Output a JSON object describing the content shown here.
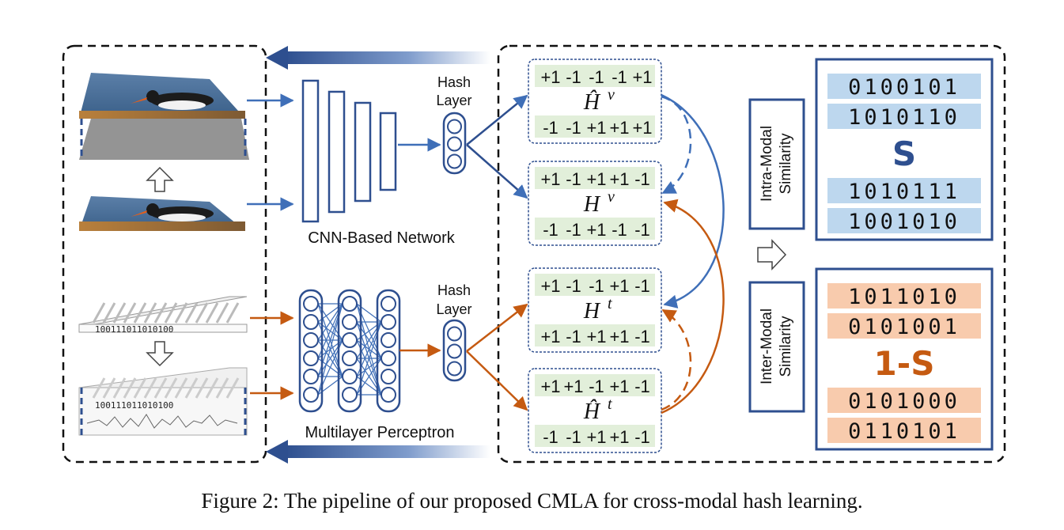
{
  "image_network": {
    "label": "CNN-Based Network"
  },
  "text_network": {
    "label": "Multilayer Perceptron"
  },
  "hash_layers": [
    {
      "label_line1": "Hash",
      "label_line2": "Layer"
    },
    {
      "label_line1": "Hash",
      "label_line2": "Layer"
    }
  ],
  "text_sample": {
    "bits": "100111011010100"
  },
  "hash_codes": [
    {
      "name": "Ĥ",
      "sup": "v",
      "top": [
        "+1",
        "-1",
        "-1",
        "-1",
        "+1"
      ],
      "bottom": [
        "-1",
        "-1",
        "+1",
        "+1",
        "+1"
      ]
    },
    {
      "name": "H",
      "sup": "v",
      "top": [
        "+1",
        "-1",
        "+1",
        "+1",
        "-1"
      ],
      "bottom": [
        "-1",
        "-1",
        "+1",
        "-1",
        "-1"
      ]
    },
    {
      "name": "H",
      "sup": "t",
      "top": [
        "+1",
        "-1",
        "-1",
        "+1",
        "-1"
      ],
      "bottom": [
        "+1",
        "-1",
        "+1",
        "+1",
        "-1"
      ]
    },
    {
      "name": "Ĥ",
      "sup": "t",
      "top": [
        "+1",
        "+1",
        "-1",
        "+1",
        "-1"
      ],
      "bottom": [
        "-1",
        "-1",
        "+1",
        "+1",
        "-1"
      ]
    }
  ],
  "intra_modal": {
    "label_line1": "Intra-Modal",
    "label_line2": "Similarity",
    "symbol": "S",
    "rows": [
      "0100101",
      "1010110",
      "1010111",
      "1001010"
    ]
  },
  "inter_modal": {
    "label_line1": "Inter-Modal",
    "label_line2": "Similarity",
    "symbol": "1-S",
    "rows": [
      "1011010",
      "0101001",
      "0101000",
      "0110101"
    ]
  },
  "caption": "Figure 2: The pipeline of our proposed CMLA for cross-modal hash learning.",
  "colors": {
    "blue": "#3f6fb8",
    "dark_blue": "#2e4f8f",
    "orange": "#c55a11",
    "green_bg": "#e2efda",
    "blue_bg": "#bdd7ee",
    "orange_bg": "#f8cbad"
  }
}
